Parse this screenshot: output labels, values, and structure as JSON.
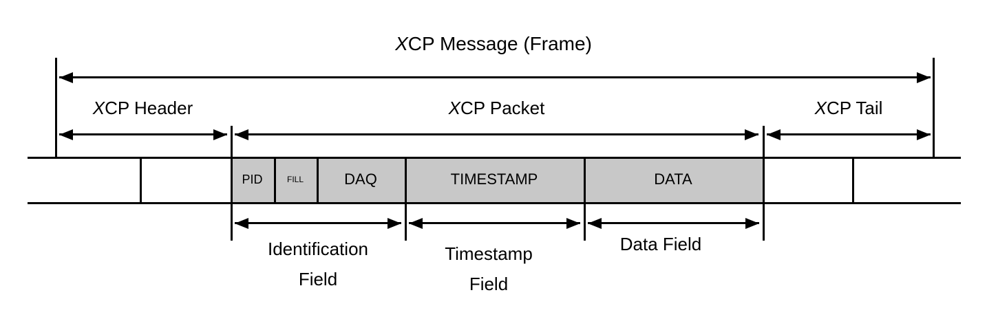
{
  "diagram": {
    "title": "XCP Message (Frame)",
    "sections": {
      "header": "XCP Header",
      "packet": "XCP Packet",
      "tail": "XCP Tail"
    },
    "cells": {
      "pid": "PID",
      "fill": "FILL",
      "daq": "DAQ",
      "timestamp": "TIMESTAMP",
      "data": "DATA"
    },
    "fields": {
      "identification": "Identification Field",
      "timestamp": "Timestamp Field",
      "data": "Data Field"
    },
    "colors": {
      "cell_gray": "#c8c8c8",
      "line": "#000000",
      "background": "#ffffff"
    }
  }
}
